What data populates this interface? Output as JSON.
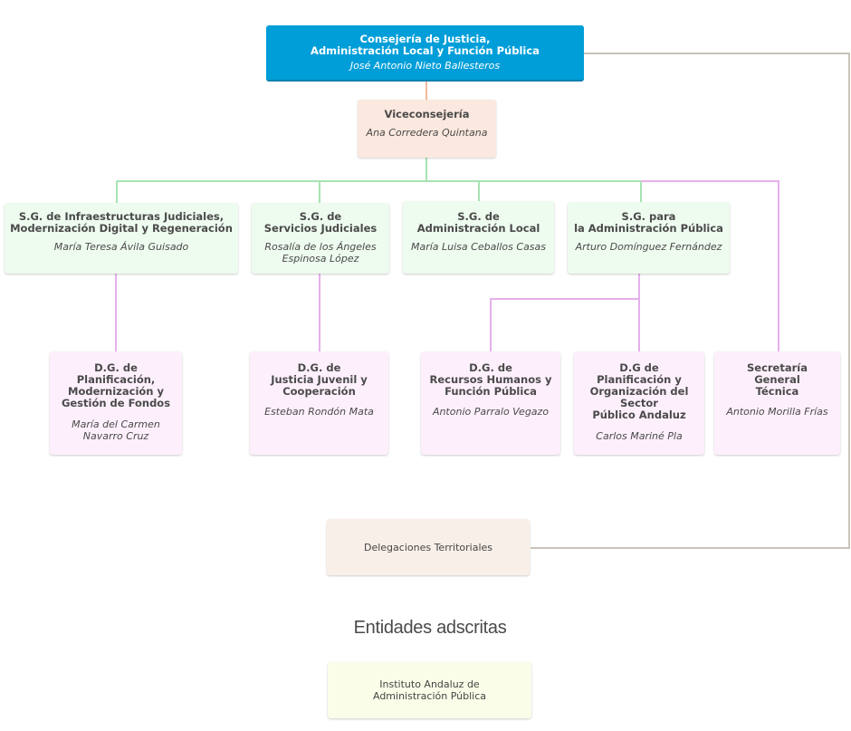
{
  "consejeria": {
    "title": "Consejería de Justicia,\nAdministración Local y Función Pública",
    "name": "José Antonio Nieto Ballesteros"
  },
  "viceconsejeria": {
    "title": "Viceconsejería",
    "name": "Ana Corredera Quintana"
  },
  "secretarias_generales": [
    {
      "title": "S.G. de Infraestructuras Judiciales,\nModernización Digital y Regeneración",
      "name": "María Teresa Ávila Guisado"
    },
    {
      "title": "S.G. de\nServicios Judiciales",
      "name": "Rosalía de los Ángeles\nEspinosa López"
    },
    {
      "title": "S.G. de\nAdministración Local",
      "name": "María Luisa Ceballos Casas"
    },
    {
      "title": "S.G. para\nla Administración Pública",
      "name": "Arturo Domínguez Fernández"
    }
  ],
  "direcciones_generales": [
    {
      "title": "D.G. de\nPlanificación,\nModernización y\nGestión de Fondos",
      "name": "María del Carmen\nNavarro Cruz"
    },
    {
      "title": "D.G. de\nJusticia Juvenil y\nCooperación",
      "name": "Esteban Rondón Mata"
    },
    {
      "title": "D.G. de\nRecursos Humanos y\nFunción Pública",
      "name": "Antonio Parralo Vegazo"
    },
    {
      "title": "D.G de\nPlanificación y\nOrganización del\nSector\nPúblico Andaluz",
      "name": "Carlos Mariné Pla"
    },
    {
      "title": "Secretaría\nGeneral\nTécnica",
      "name": "Antonio Morilla Frías"
    }
  ],
  "delegaciones": {
    "label": "Delegaciones Territoriales"
  },
  "entidades": {
    "heading": "Entidades adscritas",
    "items": [
      {
        "label": "Instituto Andaluz de\nAdministración Pública"
      }
    ]
  },
  "colors": {
    "top": "#009ed8",
    "green_line": "#a6e3b1",
    "pink_line": "#e6b0ea",
    "orange_line": "#f0a07c",
    "grey_line": "#c9c3b8"
  }
}
